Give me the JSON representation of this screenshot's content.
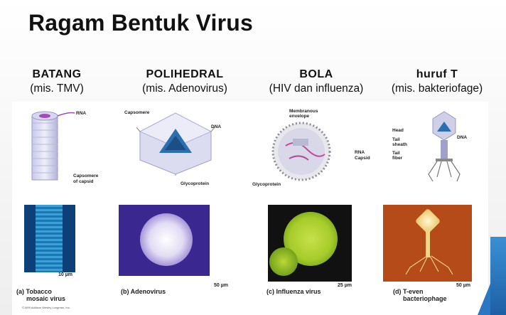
{
  "title": "Ragam Bentuk Virus",
  "columns": [
    {
      "heading": "BATANG",
      "sub": "(mis. TMV)"
    },
    {
      "heading": "POLIHEDRAL",
      "sub": "(mis. Adenovirus)"
    },
    {
      "heading": "BOLA",
      "sub": "(HIV dan influenza)"
    },
    {
      "heading": "huruf T",
      "sub": "(mis. bakteriofage)"
    }
  ],
  "diagrams": {
    "tmv": {
      "rna": "RNA",
      "capsomere": "Capsomere",
      "of_capsid": "of capsid"
    },
    "adeno": {
      "capsomere": "Capsomere",
      "dna": "DNA",
      "glycoprotein": "Glycoprotein"
    },
    "flu": {
      "membranous": "Membranous",
      "envelope": "envelope",
      "rna": "RNA",
      "capsid": "Capsid",
      "glycoprotein": "Glycoprotein"
    },
    "phage": {
      "head": "Head",
      "dna": "DNA",
      "tail": "Tail",
      "sheath": "sheath",
      "tail2": "Tail",
      "fiber": "fiber"
    }
  },
  "photos": [
    {
      "caption_line1": "(a) Tobacco",
      "caption_line2": "mosaic virus",
      "scale": "10 µm",
      "color": "#1d6fb0"
    },
    {
      "caption_line1": "(b) Adenovirus",
      "caption_line2": "",
      "scale": "50 µm",
      "color": "#4a2f9a"
    },
    {
      "caption_line1": "(c) Influenza virus",
      "caption_line2": "",
      "scale": "25 µm",
      "color": "#9ccc2b"
    },
    {
      "caption_line1": "(d) T-even",
      "caption_line2": "bacteriophage",
      "scale": "50 µm",
      "color": "#c4571e"
    }
  ],
  "copyright": "©1999 Addison Wesley Longman, Inc."
}
